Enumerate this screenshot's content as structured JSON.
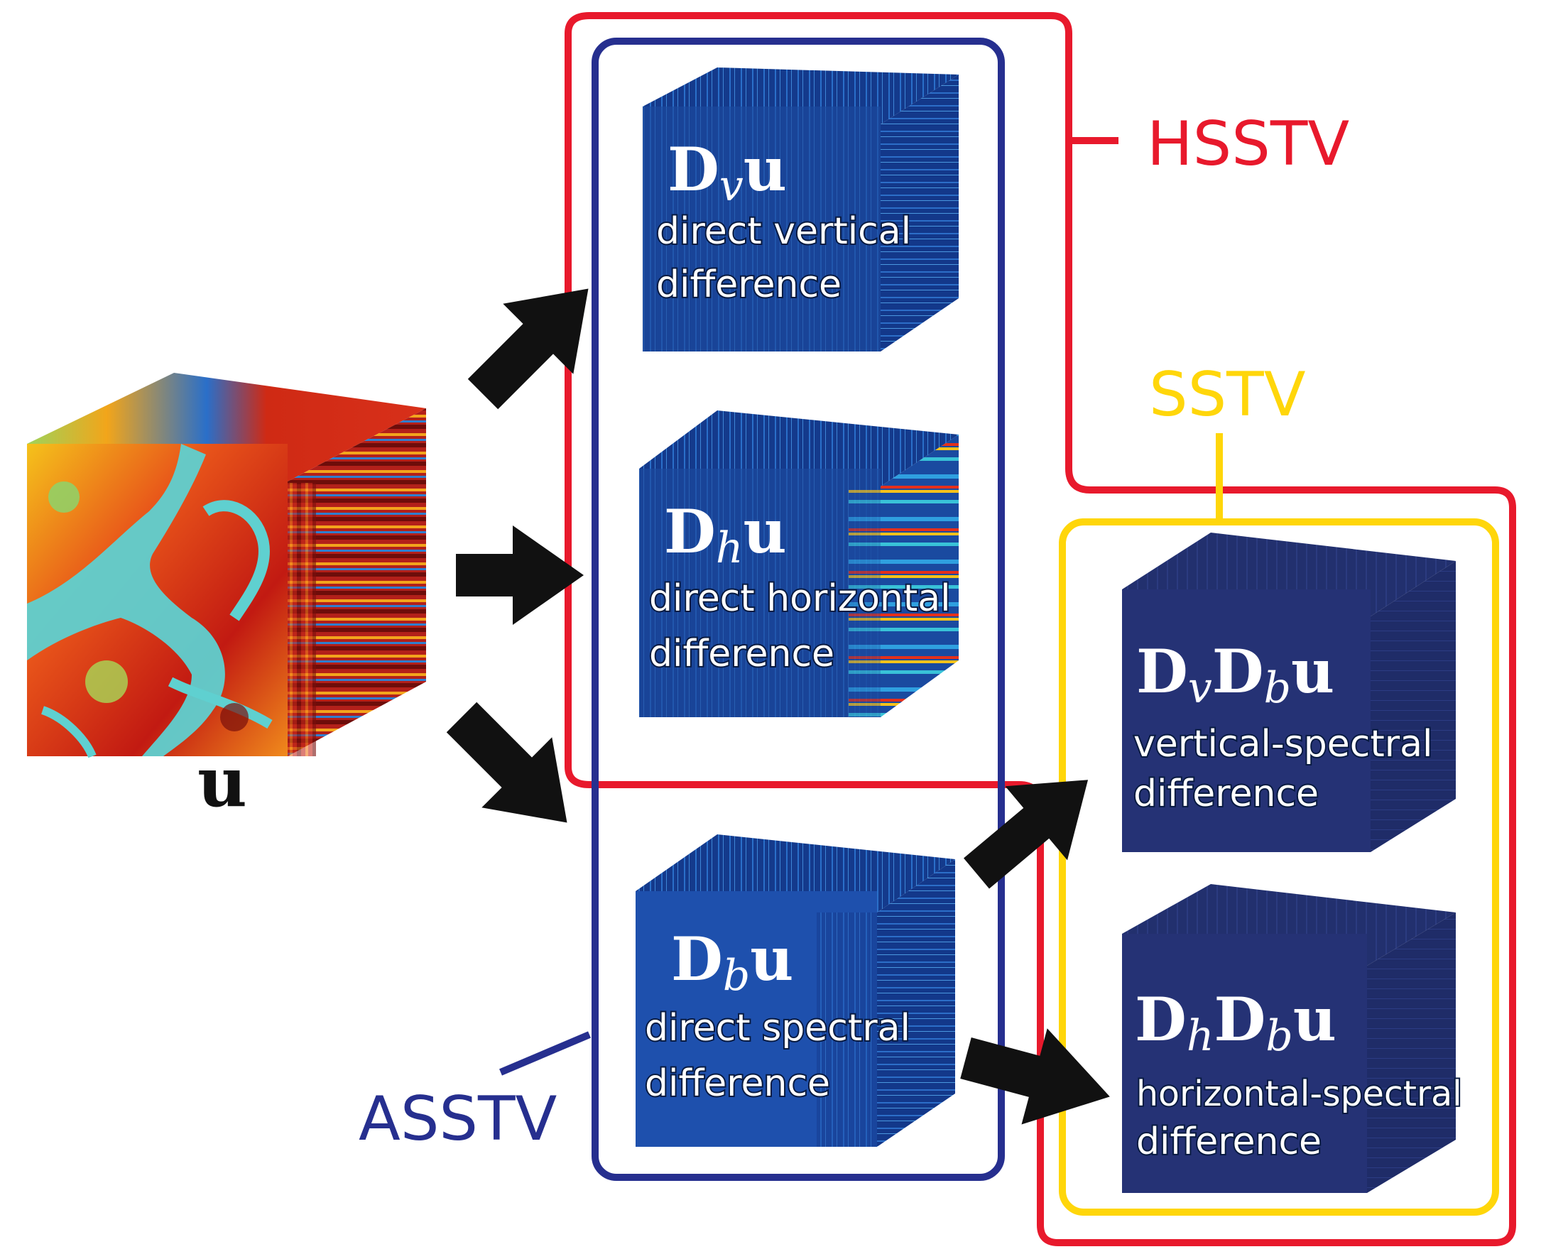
{
  "groups": {
    "hsstv": {
      "label": "HSSTV",
      "color": "#e8192c"
    },
    "sstv": {
      "label": "SSTV",
      "color": "#ffd60a"
    },
    "asstv": {
      "label": "ASSTV",
      "color": "#262f8f"
    }
  },
  "input": {
    "label": "u"
  },
  "cubes": {
    "dv": {
      "operator": "D",
      "sub": "v",
      "tail": "u",
      "line1": "direct vertical",
      "line2": "difference"
    },
    "dh": {
      "operator": "D",
      "sub": "h",
      "tail": "u",
      "line1": "direct horizontal",
      "line2": "difference"
    },
    "db": {
      "operator": "D",
      "sub": "b",
      "tail": "u",
      "line1": "direct spectral",
      "line2": "difference"
    },
    "dvdb": {
      "operator": "D",
      "sub": "v",
      "op2": "D",
      "sub2": "b",
      "tail": "u",
      "line1": "vertical-spectral",
      "line2": "difference"
    },
    "dhdb": {
      "operator": "D",
      "sub": "h",
      "op2": "D",
      "sub2": "b",
      "tail": "u",
      "line1": "horizontal-spectral",
      "line2": "difference"
    }
  }
}
